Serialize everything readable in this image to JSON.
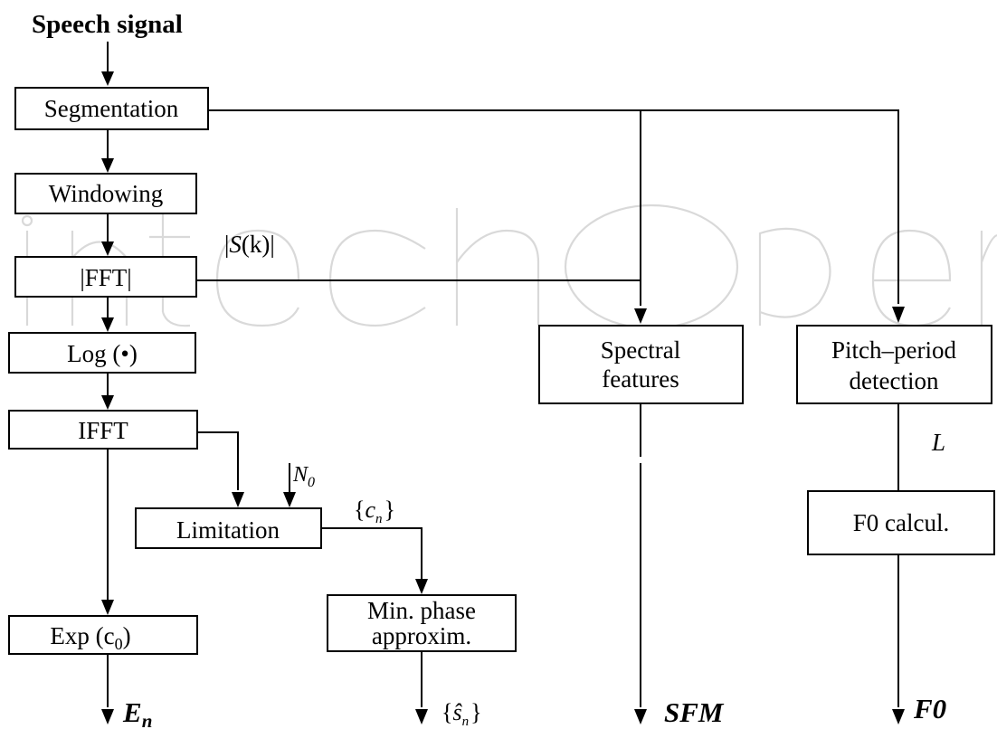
{
  "input_label": "Speech signal",
  "blocks": {
    "segmentation": "Segmentation",
    "windowing": "Windowing",
    "fft": "|FFT|",
    "log": "Log (•)",
    "ifft": "IFFT",
    "limitation": "Limitation",
    "exp": "Exp (c₀)",
    "min_phase": [
      "Min. phase",
      "approxim."
    ],
    "spectral": [
      "Spectral",
      "features"
    ],
    "pitch": [
      "Pitch–period",
      "detection"
    ],
    "f0calc": "F0 calcul."
  },
  "signal_labels": {
    "magnitude_prefix": "|",
    "magnitude_var": "S",
    "magnitude_arg": "(k)",
    "magnitude_suffix": "|",
    "n0_main": "N",
    "n0_sub": "0",
    "cn_open": "{",
    "cn_main": "c",
    "cn_sub": "n",
    "cn_close": "}",
    "sn_open": "{",
    "sn_main": "ŝ",
    "sn_sub": "n",
    "sn_close": "}",
    "L": "L"
  },
  "outputs": {
    "en_main": "E",
    "en_sub": "n",
    "sfm": "SFM",
    "f0": "F0"
  },
  "watermark": "IntechOpen"
}
